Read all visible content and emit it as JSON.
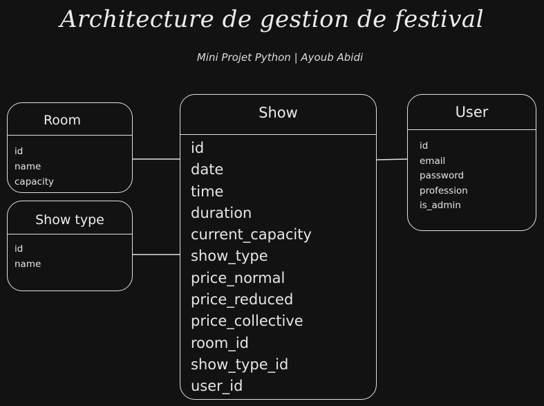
{
  "title": "Architecture de gestion de festival",
  "subtitle": "Mini Projet Python | Ayoub Abidi",
  "entities": {
    "room": {
      "name": "Room",
      "fields": [
        "id",
        "name",
        "capacity"
      ]
    },
    "show_type": {
      "name": "Show type",
      "fields": [
        "id",
        "name"
      ]
    },
    "show": {
      "name": "Show",
      "fields": [
        "id",
        "date",
        "time",
        "duration",
        "current_capacity",
        "show_type",
        "price_normal",
        "price_reduced",
        "price_collective",
        "room_id",
        "show_type_id",
        "user_id"
      ]
    },
    "user": {
      "name": "User",
      "fields": [
        "id",
        "email",
        "password",
        "profession",
        "is_admin"
      ]
    }
  },
  "relations": [
    {
      "from": "Room",
      "to": "Show"
    },
    {
      "from": "Show type",
      "to": "Show"
    },
    {
      "from": "Show",
      "to": "User"
    }
  ],
  "colors": {
    "background": "#121212",
    "stroke": "#e3e3e3",
    "text": "#e8e8e8"
  }
}
